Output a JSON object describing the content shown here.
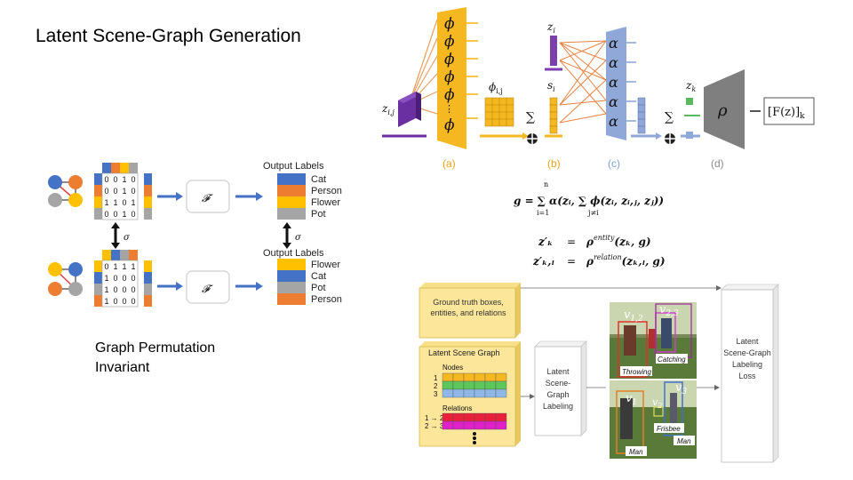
{
  "slide": {
    "title": "Latent  Scene-Graph Generation",
    "caption": "Graph  Permutation Invariant"
  },
  "permutation_figure": {
    "output_labels_title": "Output Labels",
    "top_labels": [
      "Cat",
      "Person",
      "Flower",
      "Pot"
    ],
    "bottom_labels": [
      "Flower",
      "Cat",
      "Pot",
      "Person"
    ],
    "label_colors": {
      "Cat": "#4472c4",
      "Person": "#ed7d31",
      "Flower": "#ffc000",
      "Pot": "#a5a5a5"
    },
    "top_matrix": [
      [
        "0",
        "0",
        "1",
        "0"
      ],
      [
        "0",
        "0",
        "1",
        "0"
      ],
      [
        "1",
        "1",
        "0",
        "1"
      ],
      [
        "0",
        "0",
        "1",
        "0"
      ]
    ],
    "bottom_matrix": [
      [
        "0",
        "1",
        "1",
        "1"
      ],
      [
        "1",
        "0",
        "0",
        "0"
      ],
      [
        "1",
        "0",
        "0",
        "0"
      ],
      [
        "1",
        "0",
        "0",
        "0"
      ]
    ],
    "function_symbol": "𝓕",
    "permutation_symbol": "σ"
  },
  "architecture": {
    "phi": "ϕ",
    "alpha": "α",
    "rho": "ρ",
    "sum": "∑",
    "z_ij": "z",
    "z_ij_sub": "i,j",
    "phi_ij": "ϕ",
    "phi_ij_sub": "i,j",
    "z_i": "z",
    "z_i_sub": "i",
    "s_i": "s",
    "s_i_sub": "i",
    "z_k": "z",
    "z_k_sub": "k",
    "dots": "⋮",
    "output": "[F(z)]",
    "output_sub": "k",
    "stage_labels": [
      "(a)",
      "(b)",
      "(c)",
      "(d)"
    ]
  },
  "equations": {
    "eq1": "g = ∑ α(zᵢ, ∑ ϕ(zᵢ, zᵢ,ⱼ, zⱼ))",
    "eq1_upper": "n",
    "eq1_lower_outer": "i=1",
    "eq1_lower_inner": "j≠i",
    "eq2_lhs": "z′ₖ",
    "eq2_rhs": "ρ",
    "eq2_sup": "entity",
    "eq2_args": "(zₖ, g)",
    "eq3_lhs": "z′ₖ,ₗ",
    "eq3_rhs": "ρ",
    "eq3_sup": "relation",
    "eq3_args": "(zₖ,ₗ, g)",
    "eq_sign": "="
  },
  "pipeline": {
    "ground_truth": "Ground truth boxes, entities, and relations",
    "latent_graph_title": "Latent Scene Graph",
    "nodes_label": "Nodes",
    "node_numbers": [
      "1",
      "2",
      "3"
    ],
    "relations_label": "Relations",
    "relation_labels": [
      "1 → 2",
      "2 → 3"
    ],
    "labeling_box": "Latent Scene-Graph Labeling",
    "loss_box": "Latent Scene-Graph Labeling Loss",
    "photo_labels": {
      "v12": "v",
      "v12_sub": "1,2",
      "v23": "v",
      "v23_sub": "2,3",
      "catching": "Catching",
      "throwing": "Throwing",
      "v1": "v",
      "v1_sub": "1",
      "v2": "v",
      "v2_sub": "2",
      "v3": "v",
      "v3_sub": "3",
      "frisbee": "Frisbee",
      "man_right": "Man",
      "man_bottom": "Man"
    }
  }
}
